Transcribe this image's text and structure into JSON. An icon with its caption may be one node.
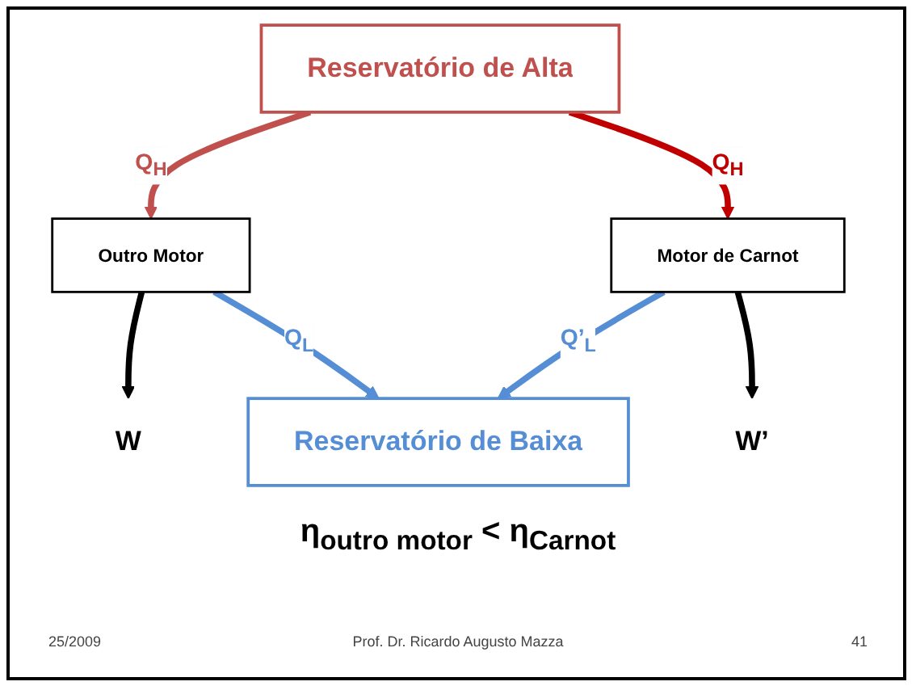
{
  "diagram": {
    "nodes": [
      {
        "text": [
          "Reservatório de Alta"
        ]
      },
      {
        "text": [
          "Outro Motor"
        ]
      },
      {
        "text": [
          "Motor de Carnot"
        ]
      },
      {
        "text": [
          "Reservatório de Baixa"
        ]
      },
      {
        "text": [
          "W"
        ]
      },
      {
        "text": [
          "W’"
        ]
      }
    ],
    "edges": [
      {
        "from": 0,
        "to": 1,
        "arrow": "to",
        "label": "Q$_{H}$",
        "color": "#c0504d"
      },
      {
        "from": 0,
        "to": 2,
        "arrow": "to",
        "label": "Q$_{H}$",
        "color": "#c00000"
      },
      {
        "from": 1,
        "to": 4,
        "arrow": "to",
        "color": "#000000"
      },
      {
        "from": 2,
        "to": 5,
        "arrow": "to",
        "color": "#000000"
      },
      {
        "from": 1,
        "to": 3,
        "arrow": "to",
        "label": "Q$_{L}$",
        "color": "#558ed5"
      },
      {
        "from": 2,
        "to": 3,
        "arrow": "to",
        "label": "Q’$_{L}$",
        "color": "#558ed5"
      }
    ],
    "labels": [
      "η$_{outro motor}$ < η$_{Carnot}$",
      "25/2009",
      "Prof. Dr. Ricardo Augusto Mazza",
      "41"
    ]
  }
}
